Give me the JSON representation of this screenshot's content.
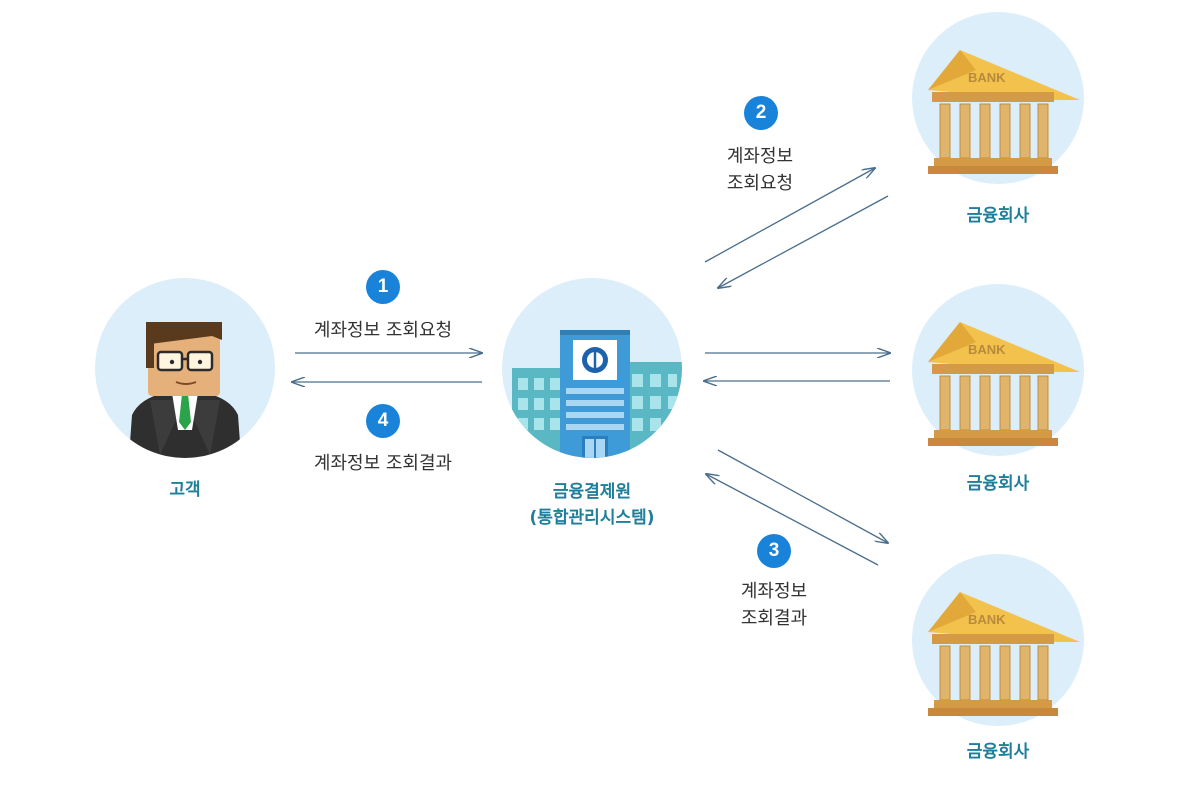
{
  "nodes": {
    "customer": {
      "label": "고객"
    },
    "center": {
      "label_line1": "금융결제원",
      "label_line2": "(통합관리시스템)"
    },
    "bank_top": {
      "label": "금융회사",
      "sign": "BANK"
    },
    "bank_middle": {
      "label": "금융회사",
      "sign": "BANK"
    },
    "bank_bottom": {
      "label": "금융회사",
      "sign": "BANK"
    }
  },
  "steps": {
    "step1": {
      "number": "1",
      "text": "계좌정보 조회요청"
    },
    "step2": {
      "number": "2",
      "text_line1": "계좌정보",
      "text_line2": "조회요청"
    },
    "step3": {
      "number": "3",
      "text_line1": "계좌정보",
      "text_line2": "조회결과"
    },
    "step4": {
      "number": "4",
      "text": "계좌정보 조회결과"
    }
  },
  "colors": {
    "circle_bg": "#dceef9",
    "badge": "#1883d9",
    "arrow": "#4a6d8c",
    "node_label": "#1f7f9a",
    "bank_roof": "#f2c24d",
    "bank_body": "#d9ab5a"
  }
}
